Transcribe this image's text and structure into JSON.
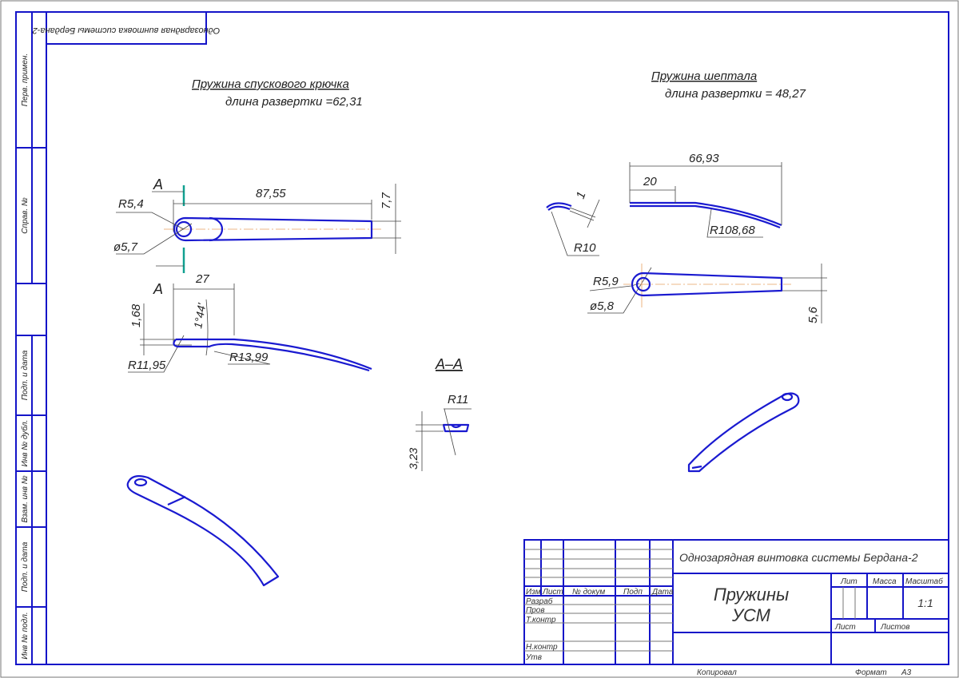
{
  "stamp_top": "Однозарядная винтовка системы Бердана-2",
  "side_strip": [
    "Перв. примен.",
    "Справ. №",
    "Подп. и дата",
    "Инв № дубл.",
    "Взам. инв №",
    "Подп. и дата",
    "Инв № подл."
  ],
  "left_part": {
    "title": "Пружина спускового крючка",
    "subtitle": "длина развертки =62,31",
    "section_mark": "A",
    "dims": {
      "length": "87,55",
      "width": "7,7",
      "radius": "R5,4",
      "hole": "ø5,7",
      "len2": "27",
      "thickness": "1,68",
      "angle": "1°44'",
      "r1": "R11,95",
      "r2": "R13,99"
    }
  },
  "section": {
    "title": "A–A",
    "radius": "R11",
    "height": "3,23"
  },
  "right_part": {
    "title": "Пружина шептала",
    "subtitle": "длина развертки = 48,27",
    "dims": {
      "length": "66,93",
      "flat": "20",
      "bend": "R108,68",
      "thick": "1",
      "r10": "R10",
      "radius": "R5,9",
      "hole": "ø5,8",
      "width": "5,6"
    }
  },
  "title_block": {
    "project": "Однозарядная винтовка системы Бердана-2",
    "name_line1": "Пружины",
    "name_line2": "УСМ",
    "headers": [
      "Изм",
      "Лист",
      "№ докум",
      "Подп",
      "Дата"
    ],
    "roles": [
      "Разраб",
      "Пров",
      "Т.контр",
      "",
      "Н.контр",
      "Утв"
    ],
    "lit": "Лит",
    "mass": "Масса",
    "scale_label": "Масштаб",
    "scale": "1:1",
    "sheet": "Лист",
    "sheets": "Листов"
  },
  "footer": {
    "copied": "Копировал",
    "format_label": "Формат",
    "format": "A3"
  }
}
